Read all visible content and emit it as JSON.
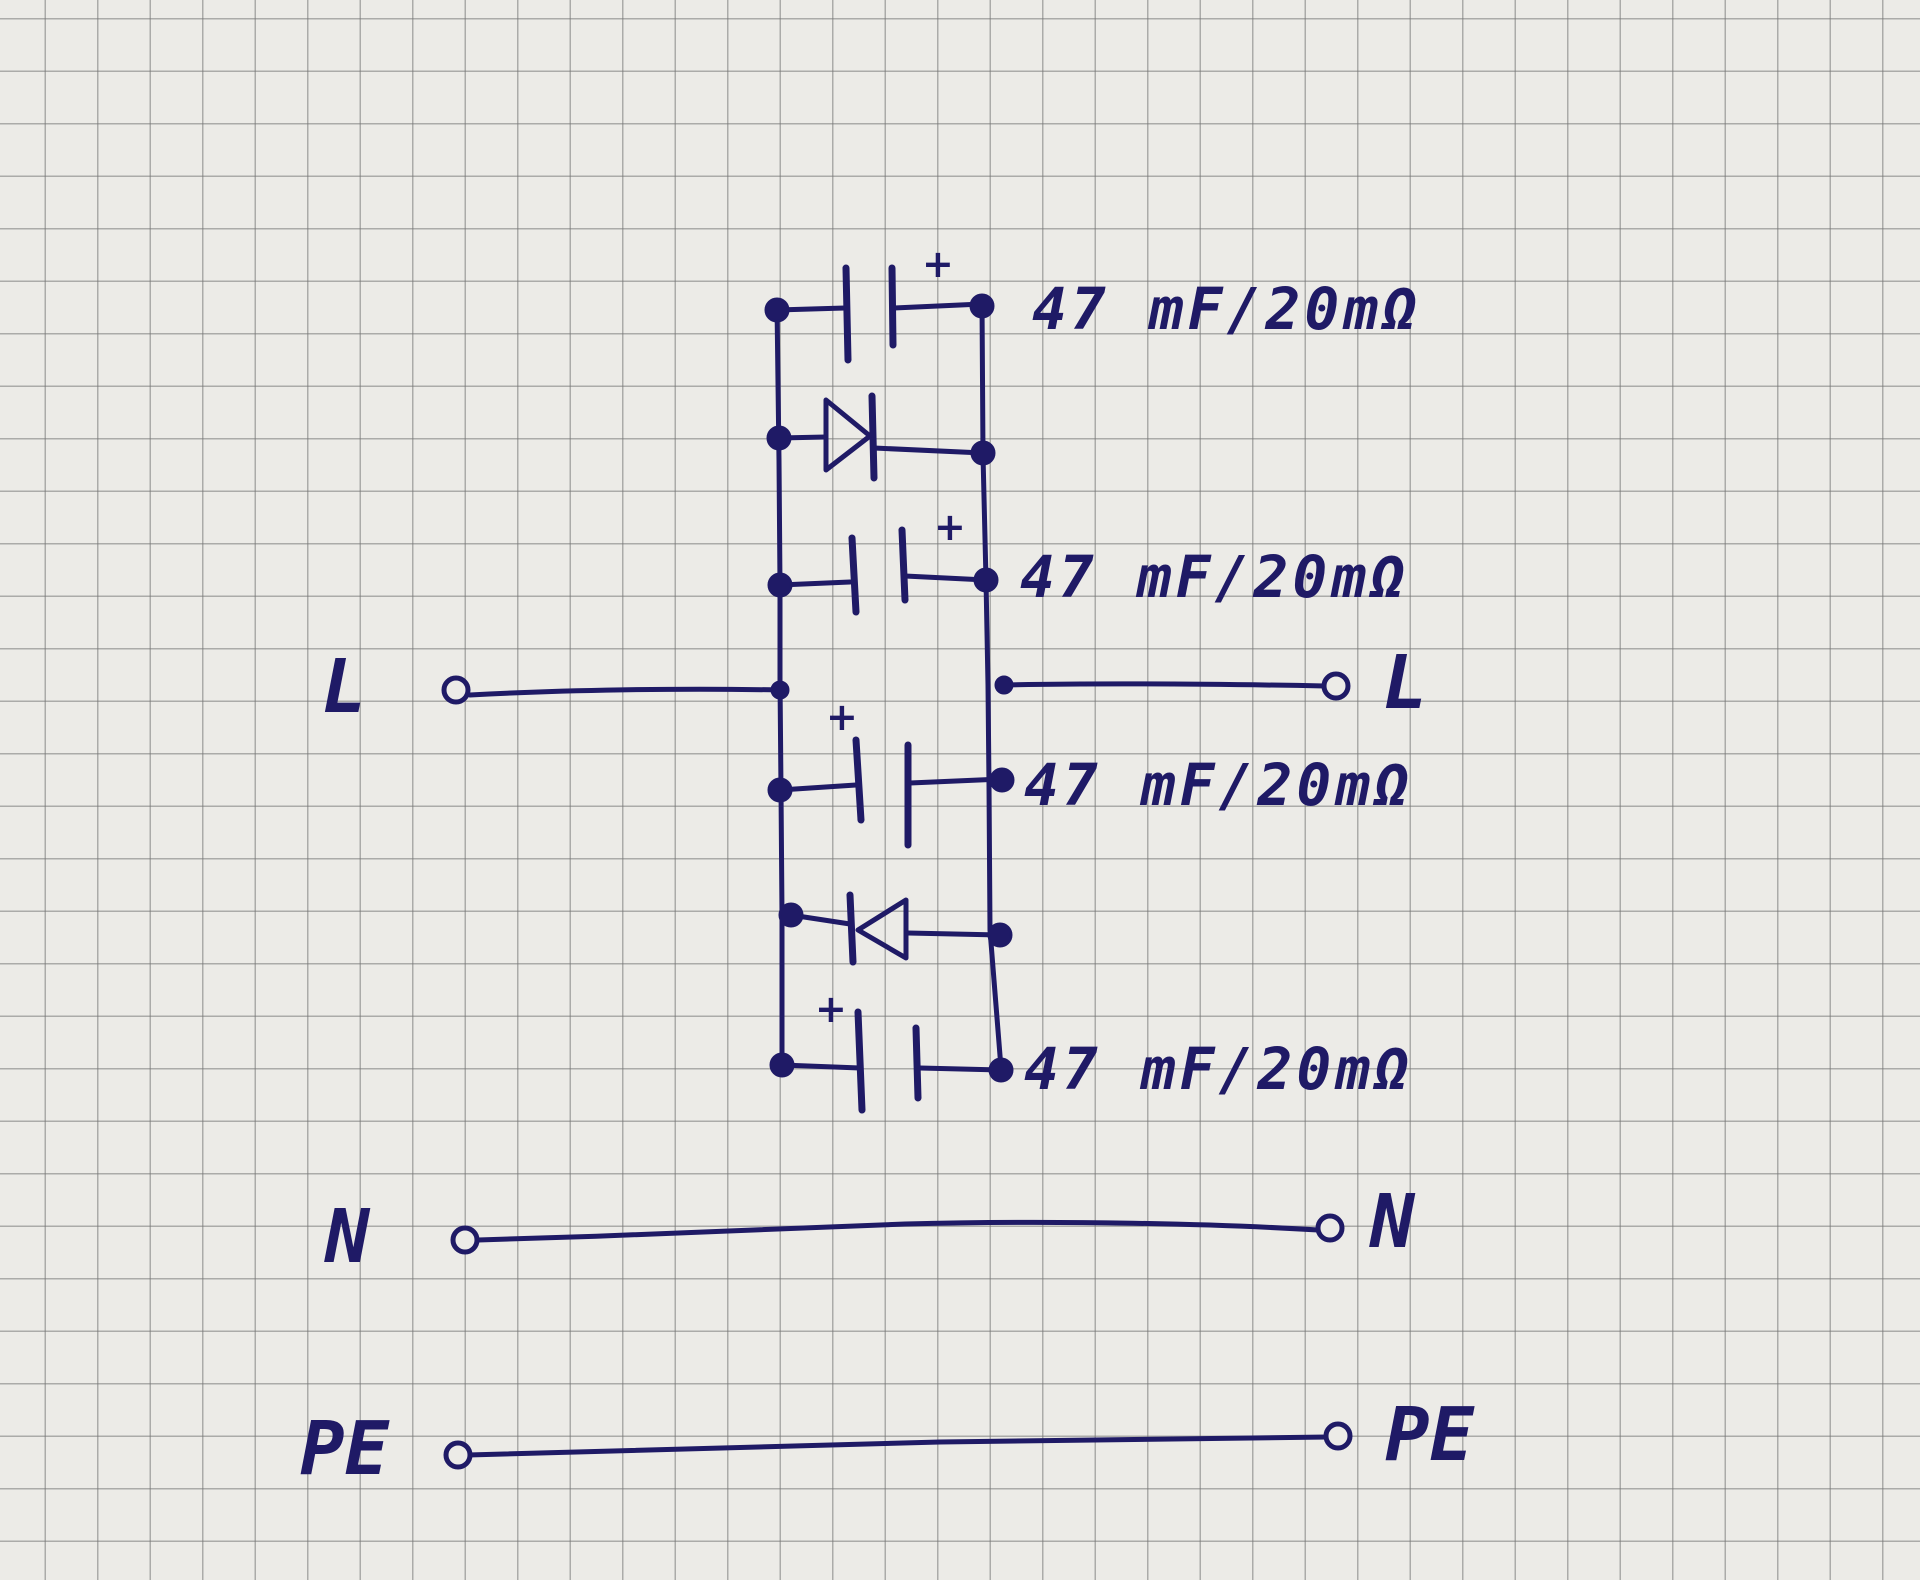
{
  "ink_color": "#1f1a66",
  "paper_color": "#ecebe7",
  "capacitor_labels": [
    "47 mF/20mΩ",
    "47 mF/20mΩ",
    "47 mF/20mΩ",
    "47 mF/20mΩ"
  ],
  "polarity_mark": "+",
  "terminals": {
    "left": [
      "L",
      "N",
      "PE"
    ],
    "right": [
      "L",
      "N",
      "PE"
    ]
  }
}
